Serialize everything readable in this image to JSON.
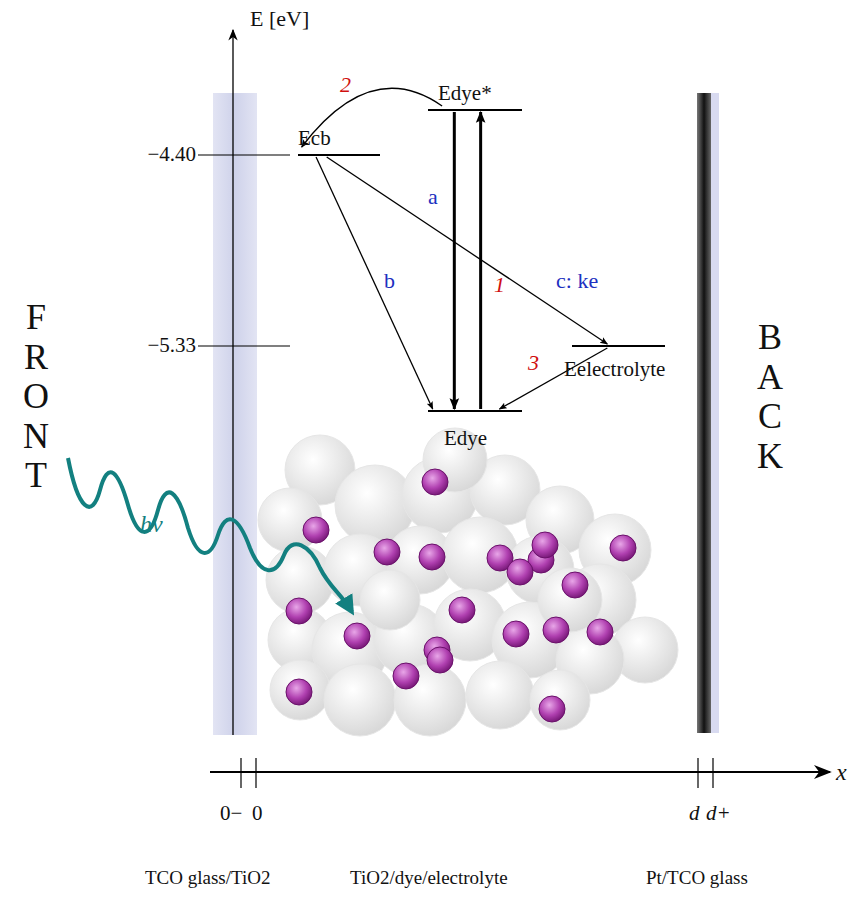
{
  "diagram": {
    "nodes": [
      {
        "text": [
          "Edye*"
        ]
      },
      {
        "text": [
          "Ecb"
        ]
      },
      {
        "text": [
          "Eelectrolyte"
        ]
      },
      {
        "text": [
          "Edye"
        ]
      }
    ],
    "edges": [
      {
        "from": 3,
        "to": 0,
        "label": "1",
        "arrow": "to"
      },
      {
        "from": 0,
        "to": 1,
        "label": "2",
        "arrow": "to"
      },
      {
        "from": 0,
        "to": 3,
        "label": "a",
        "arrow": "to"
      },
      {
        "from": 1,
        "to": 3,
        "label": "b",
        "arrow": "to"
      },
      {
        "from": 1,
        "to": 2,
        "label": "c: ke",
        "arrow": "to"
      },
      {
        "from": 2,
        "to": 3,
        "label": "3",
        "arrow": "to"
      }
    ],
    "labels": [
      "E [eV]",
      "−4.40",
      "−5.33",
      "FRONT",
      "BACK",
      "hν",
      "x",
      "0−",
      "0",
      "d",
      "d+",
      "TCO glass/TiO2",
      "TiO2/dye/electrolyte",
      "Pt/TCO glass"
    ]
  }
}
